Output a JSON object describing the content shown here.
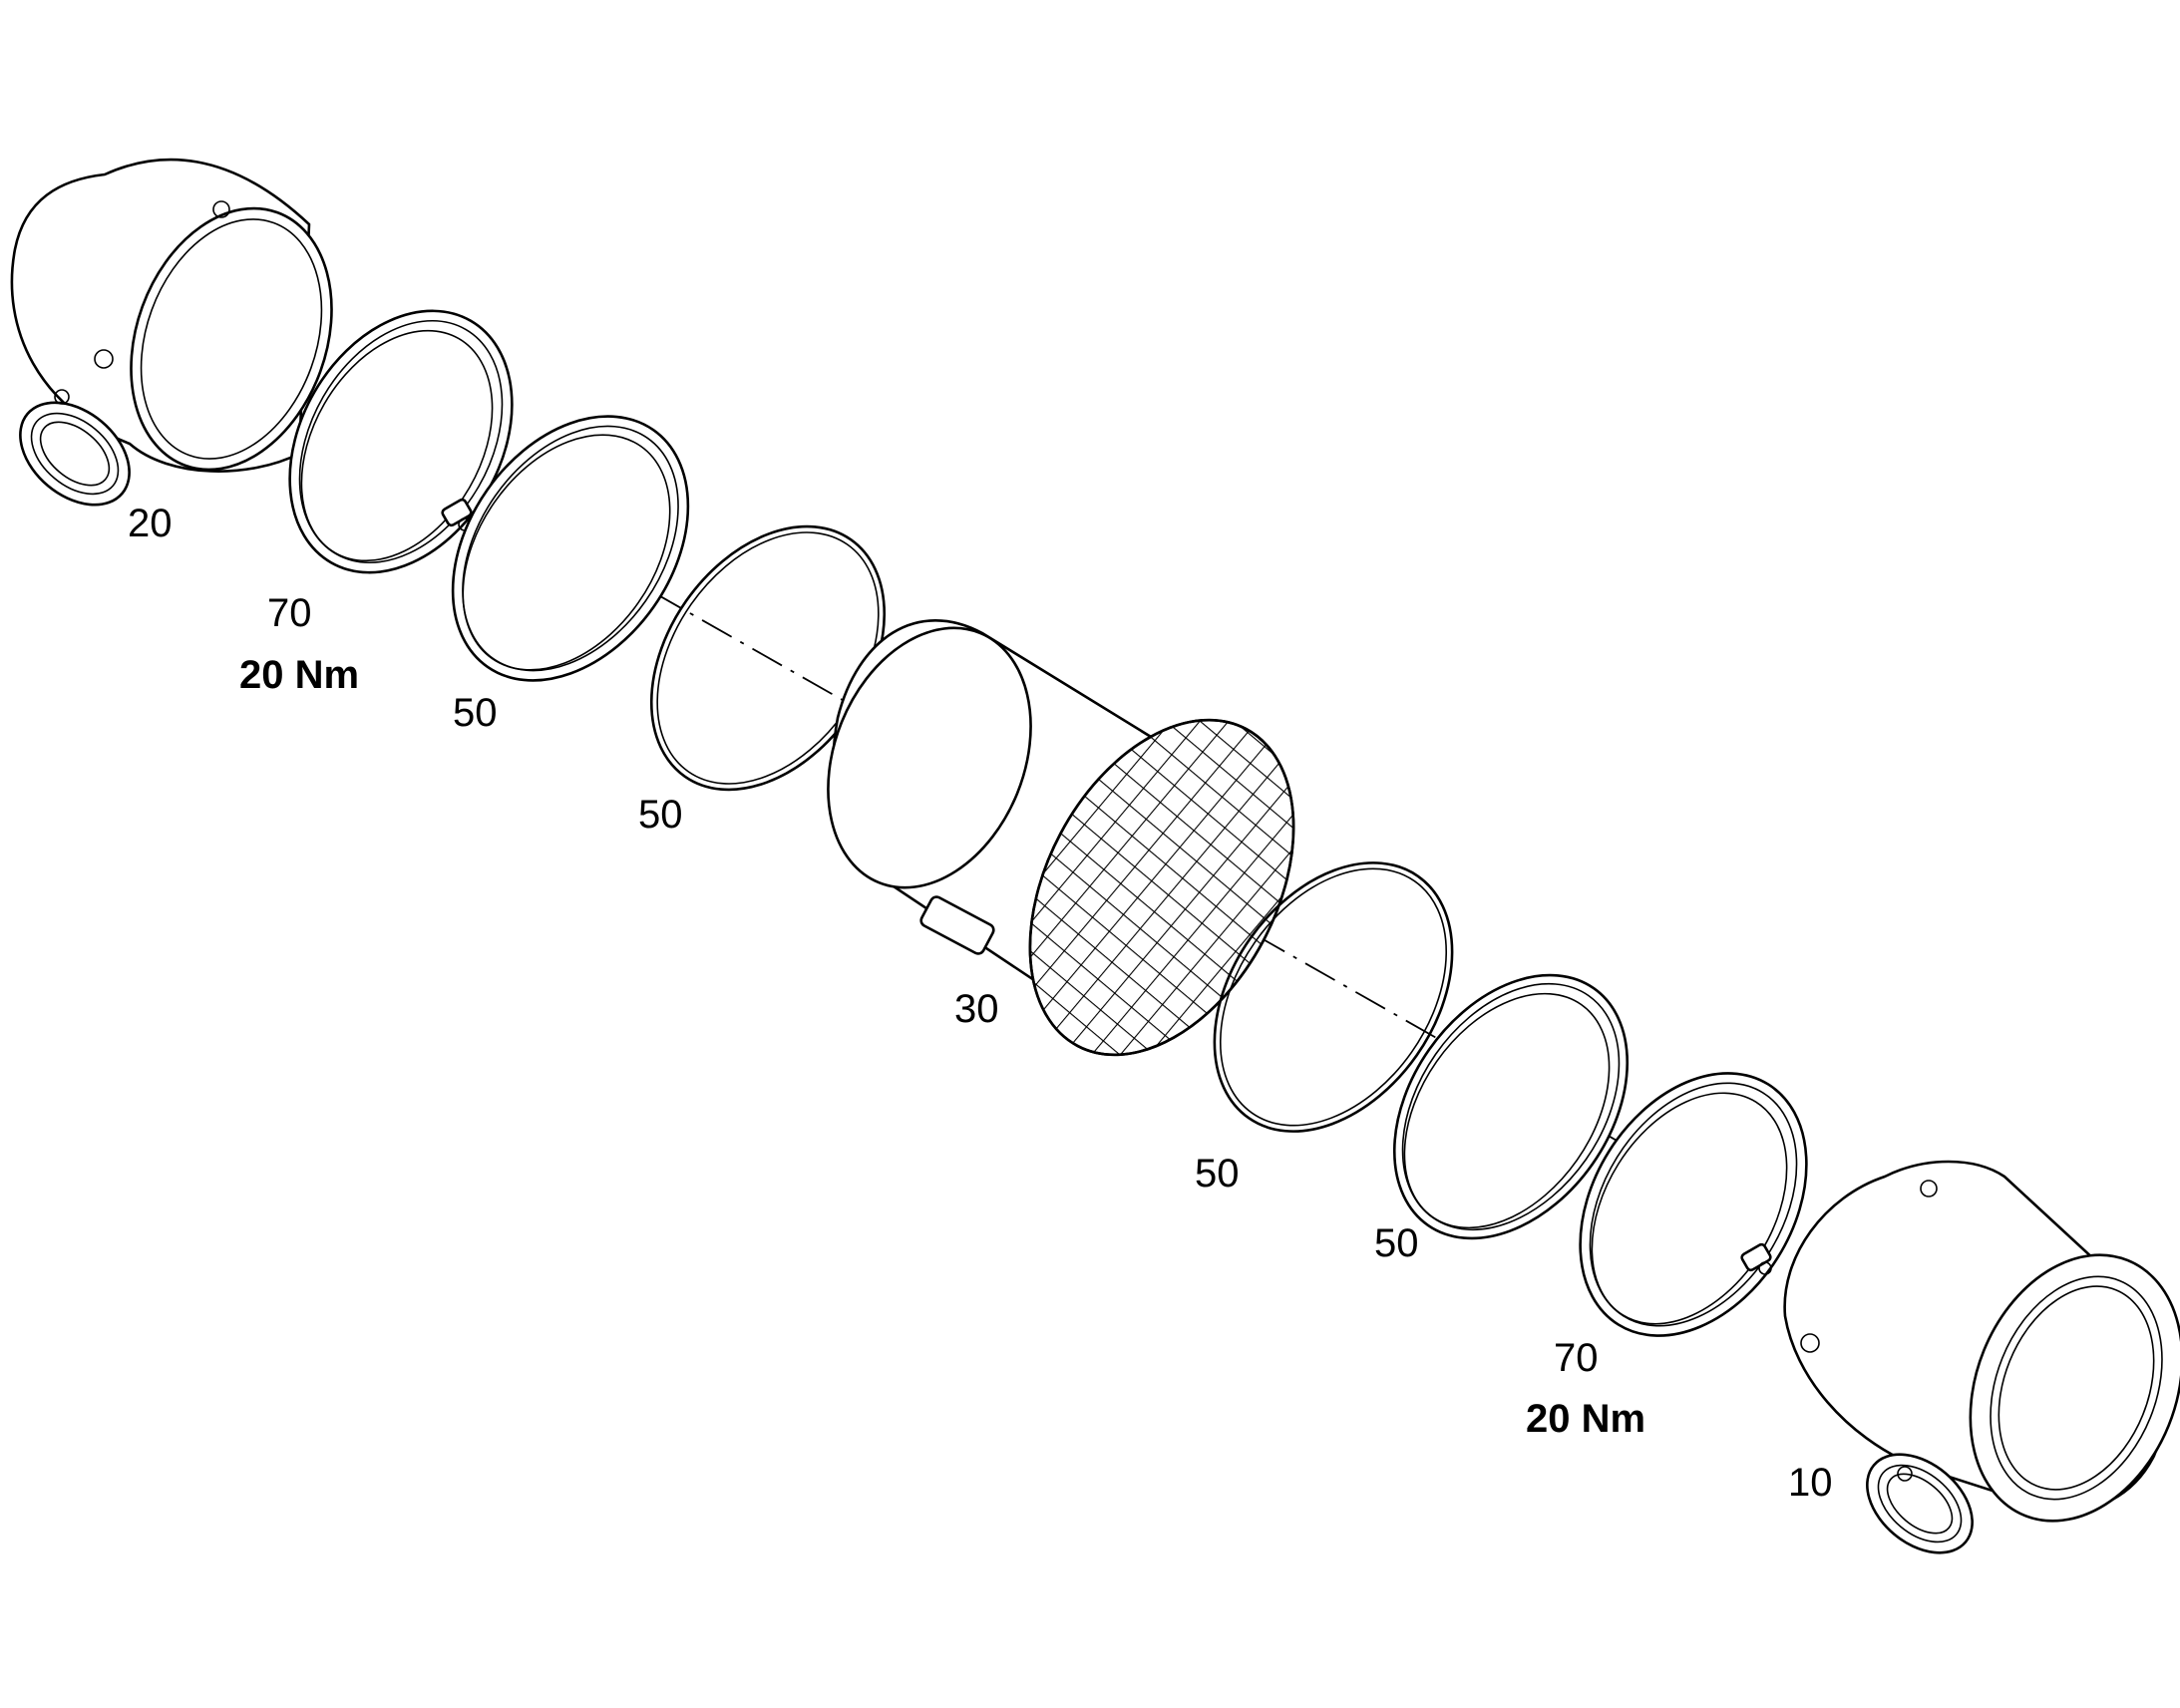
{
  "callouts": {
    "housing_top": "20",
    "clamp_top": "70",
    "clamp_top_torque": "20 Nm",
    "seal_outer_top": "50",
    "seal_ring_top": "50",
    "filter": "30",
    "seal_ring_bottom": "50",
    "seal_outer_bottom": "50",
    "clamp_bottom": "70",
    "clamp_bottom_torque": "20 Nm",
    "housing_bottom": "10"
  },
  "colors": {
    "ink": "#000000",
    "background": "#ffffff"
  }
}
